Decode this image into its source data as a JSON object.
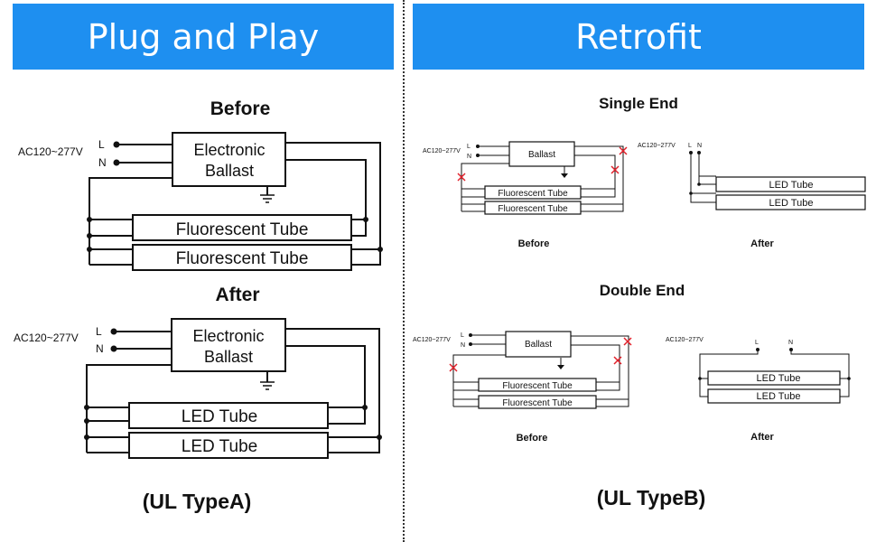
{
  "colors": {
    "header_bg": "#1e8ff0",
    "header_text": "#ffffff",
    "cross": "#e0202a"
  },
  "left": {
    "header": "Plug and Play",
    "before_title": "Before",
    "after_title": "After",
    "ac_label": "AC120~277V",
    "l_label": "L",
    "n_label": "N",
    "ballast_line1": "Electronic",
    "ballast_line2": "Ballast",
    "fluorescent_tube": "Fluorescent Tube",
    "led_tube": "LED Tube",
    "caption": "(UL TypeA)"
  },
  "right": {
    "header": "Retrofit",
    "single_end_title": "Single End",
    "double_end_title": "Double End",
    "ac_label": "AC120~277V",
    "l_label": "L",
    "n_label": "N",
    "ballast": "Ballast",
    "fluorescent_tube": "Fluorescent Tube",
    "led_tube": "LED Tube",
    "before_label": "Before",
    "after_label": "After",
    "caption": "(UL TypeB)"
  }
}
